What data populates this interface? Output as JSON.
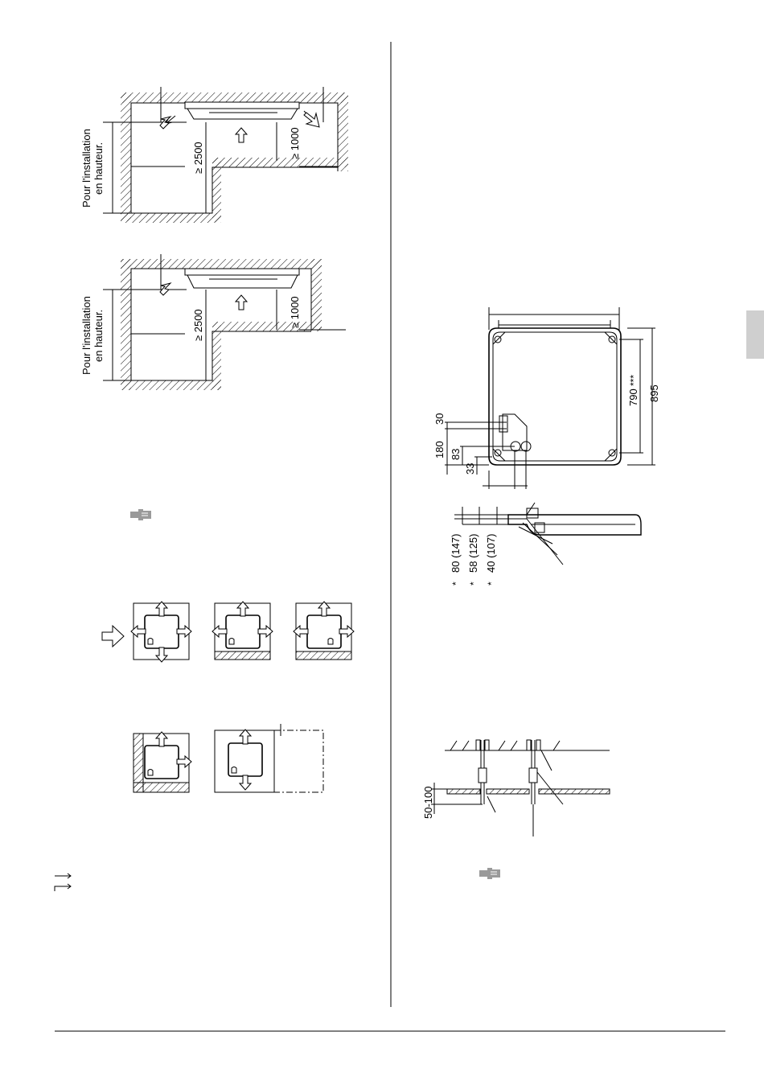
{
  "install_diagrams": {
    "height_label_line1": "Pour l'installation",
    "height_label_line2": "en hauteur.",
    "min_height": "≥ 2500",
    "min_clearance": "≥ 1000"
  },
  "unit_top_view": {
    "dim_790": "790",
    "dim_790_mark": "***",
    "dim_895": "895",
    "dim_30": "30",
    "dim_180": "180",
    "dim_83": "83",
    "dim_33": "33"
  },
  "unit_side_view": {
    "dim_80": "80 (147)",
    "dim_58": "58 (125)",
    "dim_40": "40 (107)",
    "asterisk": "*"
  },
  "hanging_bolts": {
    "dim_50_100": "50-100"
  },
  "colors": {
    "line": "#000000",
    "hatch": "#000000",
    "side_tab": "#cfcfcf"
  },
  "icons": [
    "hand-pointer-icon",
    "arrow-right-icon",
    "corner-arrow-icon"
  ]
}
